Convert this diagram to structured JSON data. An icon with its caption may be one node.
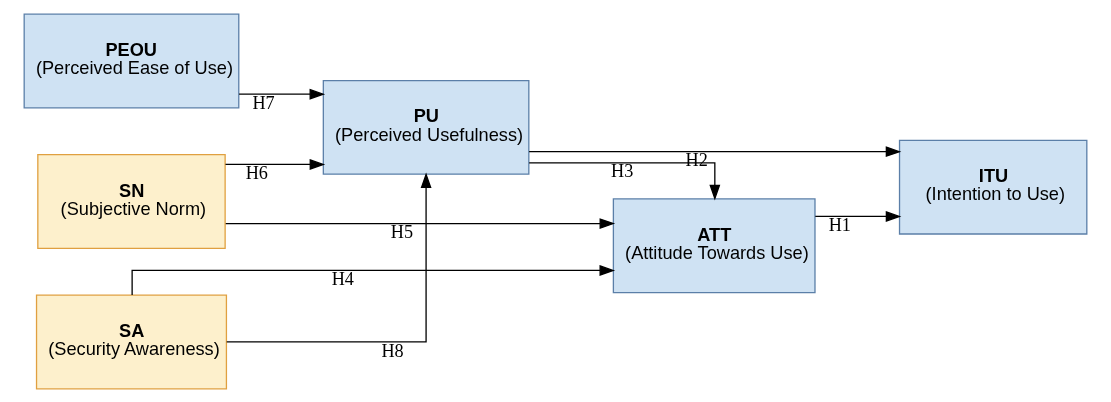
{
  "diagram": {
    "nodes": [
      {
        "text": [
          "SN",
          "(Subjective Norm)"
        ]
      },
      {
        "text": [
          "PEOU",
          "(Perceived Ease of Use)"
        ]
      },
      {
        "text": [
          "SA",
          "(Security Awareness)"
        ]
      },
      {
        "text": [
          "PU",
          "(Perceived Usefulness)"
        ]
      },
      {
        "text": [
          "ATT",
          "(Attitude Towards Use)"
        ]
      },
      {
        "text": [
          "ITU",
          "(Intention to Use)"
        ]
      }
    ],
    "edges": [
      {
        "from": 0,
        "to": 4,
        "arrow": "to",
        "label": "H5"
      },
      {
        "from": 0,
        "to": 3,
        "arrow": "to",
        "label": "H6"
      },
      {
        "from": 1,
        "to": 3,
        "arrow": "to",
        "label": "H7"
      },
      {
        "from": 2,
        "to": 3,
        "arrow": "to",
        "label": "H8"
      },
      {
        "from": 3,
        "to": 4,
        "arrow": "to",
        "label": "H3"
      },
      {
        "from": 4,
        "to": 5,
        "arrow": "to",
        "label": "H1"
      },
      {
        "from": 3,
        "to": 5,
        "arrow": "to",
        "label": "H2"
      },
      {
        "from": 2,
        "to": 4,
        "arrow": "to",
        "label": "H4"
      }
    ]
  }
}
